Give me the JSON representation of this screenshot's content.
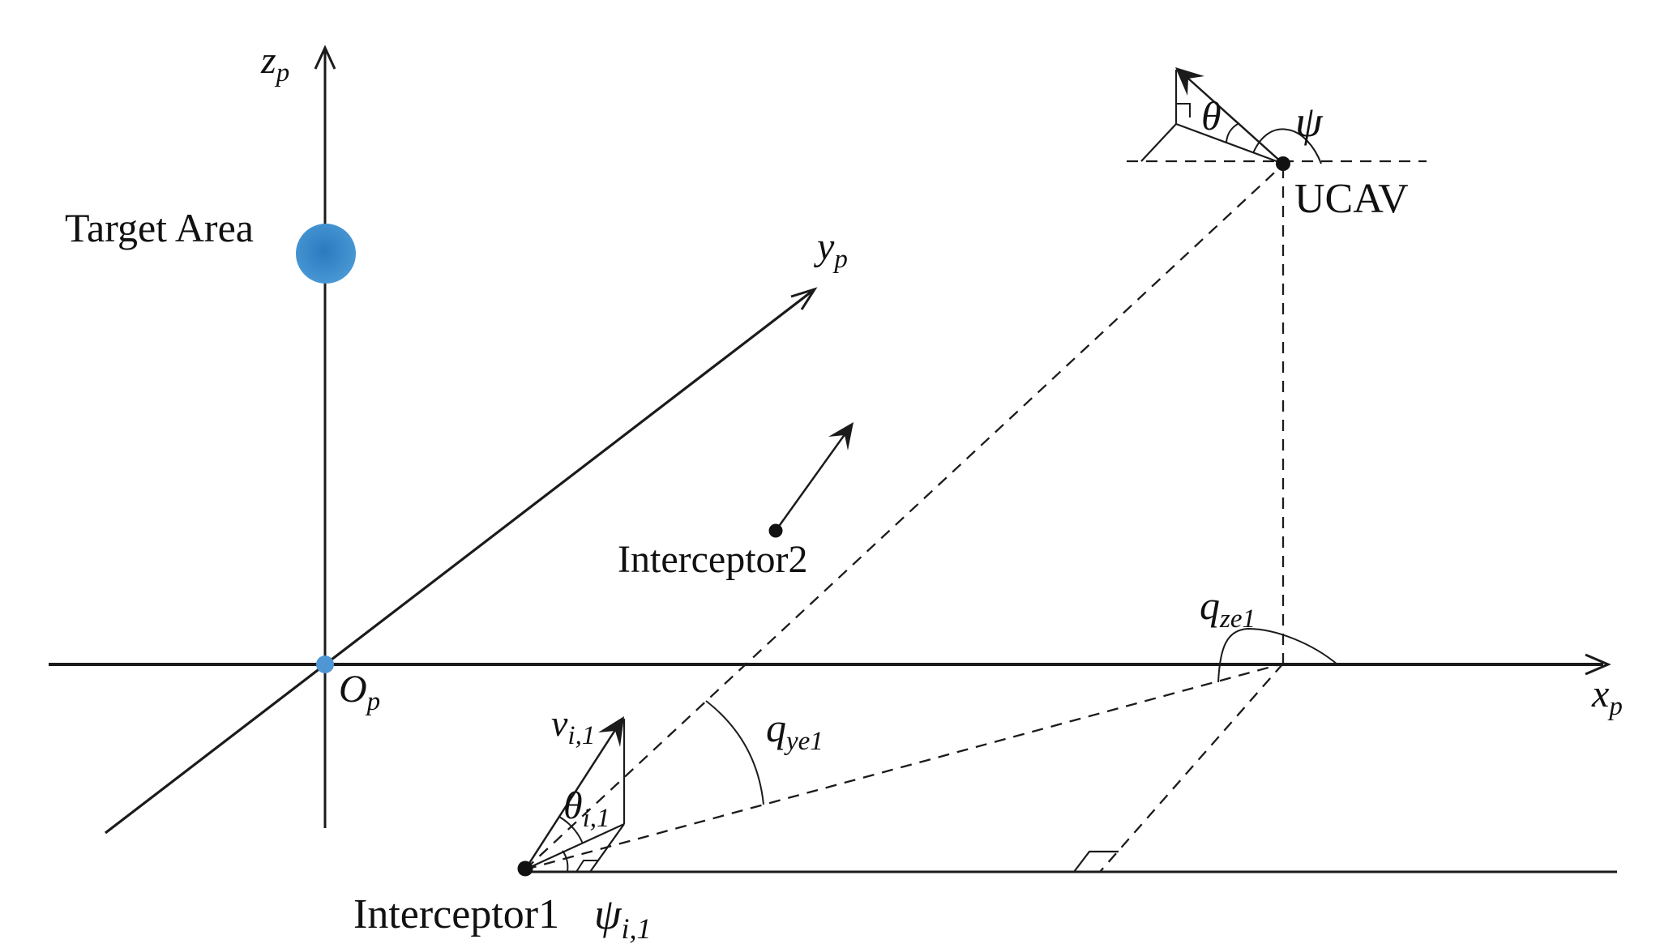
{
  "figure": {
    "description": "3D engagement geometry diagram of a UCAV and two interceptors in the O_p x_p y_p z_p coordinate frame"
  },
  "colors": {
    "stroke": "#1b1b1b",
    "text": "#111111",
    "target_blue_dark": "#2b7ac0",
    "target_blue": "#3f8ecd",
    "target_blue_light": "#4d9bd8",
    "origin_dot_blue": "#4f96d5",
    "node_dot_black": "#111111"
  },
  "labels": {
    "z_axis": {
      "main": "z",
      "sub": "p"
    },
    "y_axis": {
      "main": "y",
      "sub": "p"
    },
    "x_axis": {
      "main": "x",
      "sub": "p"
    },
    "origin": {
      "main": "O",
      "sub": "p"
    },
    "target_area": "Target Area",
    "ucav": "UCAV",
    "interceptor1": "Interceptor1",
    "interceptor2": "Interceptor2",
    "theta": "θ",
    "psi": "ψ",
    "v_i1": {
      "main": "v",
      "sub": "i,1"
    },
    "theta_i1": {
      "main": "θ",
      "sub": "i,1"
    },
    "psi_i1": {
      "main": "ψ",
      "sub": "i,1"
    },
    "q_ye1": {
      "main": "q",
      "sub": "ye1"
    },
    "q_ze1": {
      "main": "q",
      "sub": "ze1"
    }
  }
}
